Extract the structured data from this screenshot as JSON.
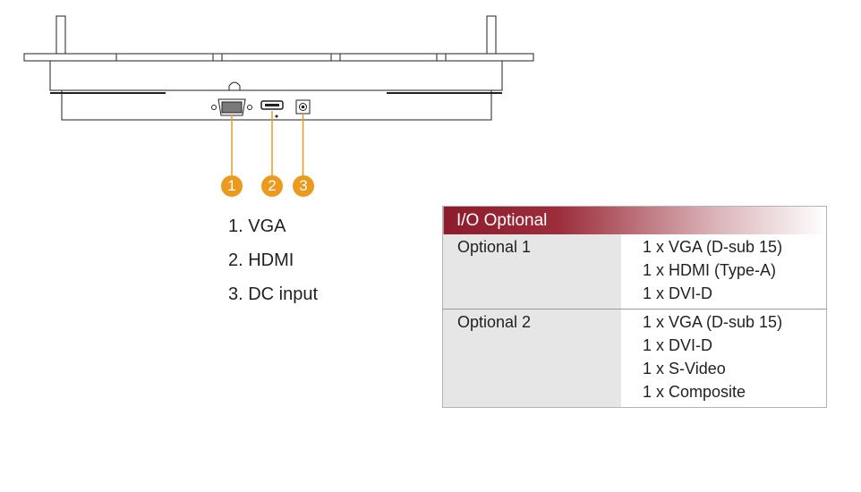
{
  "callouts": [
    "1",
    "2",
    "3"
  ],
  "legend": [
    "1. VGA",
    "2. HDMI",
    "3. DC input"
  ],
  "table": {
    "header": "I/O Optional",
    "rows": [
      {
        "label": "Optional 1",
        "items": [
          "1 x VGA (D-sub 15)",
          "1 x HDMI (Type-A)",
          "1 x DVI-D"
        ]
      },
      {
        "label": "Optional 2",
        "items": [
          "1 x VGA (D-sub 15)",
          "1 x DVI-D",
          "1 x S-Video",
          "1 x Composite"
        ]
      }
    ]
  },
  "colors": {
    "callout": "#ec9a1e",
    "header_bar": "#8c1c2c",
    "label_cell": "#e6e6e6"
  }
}
